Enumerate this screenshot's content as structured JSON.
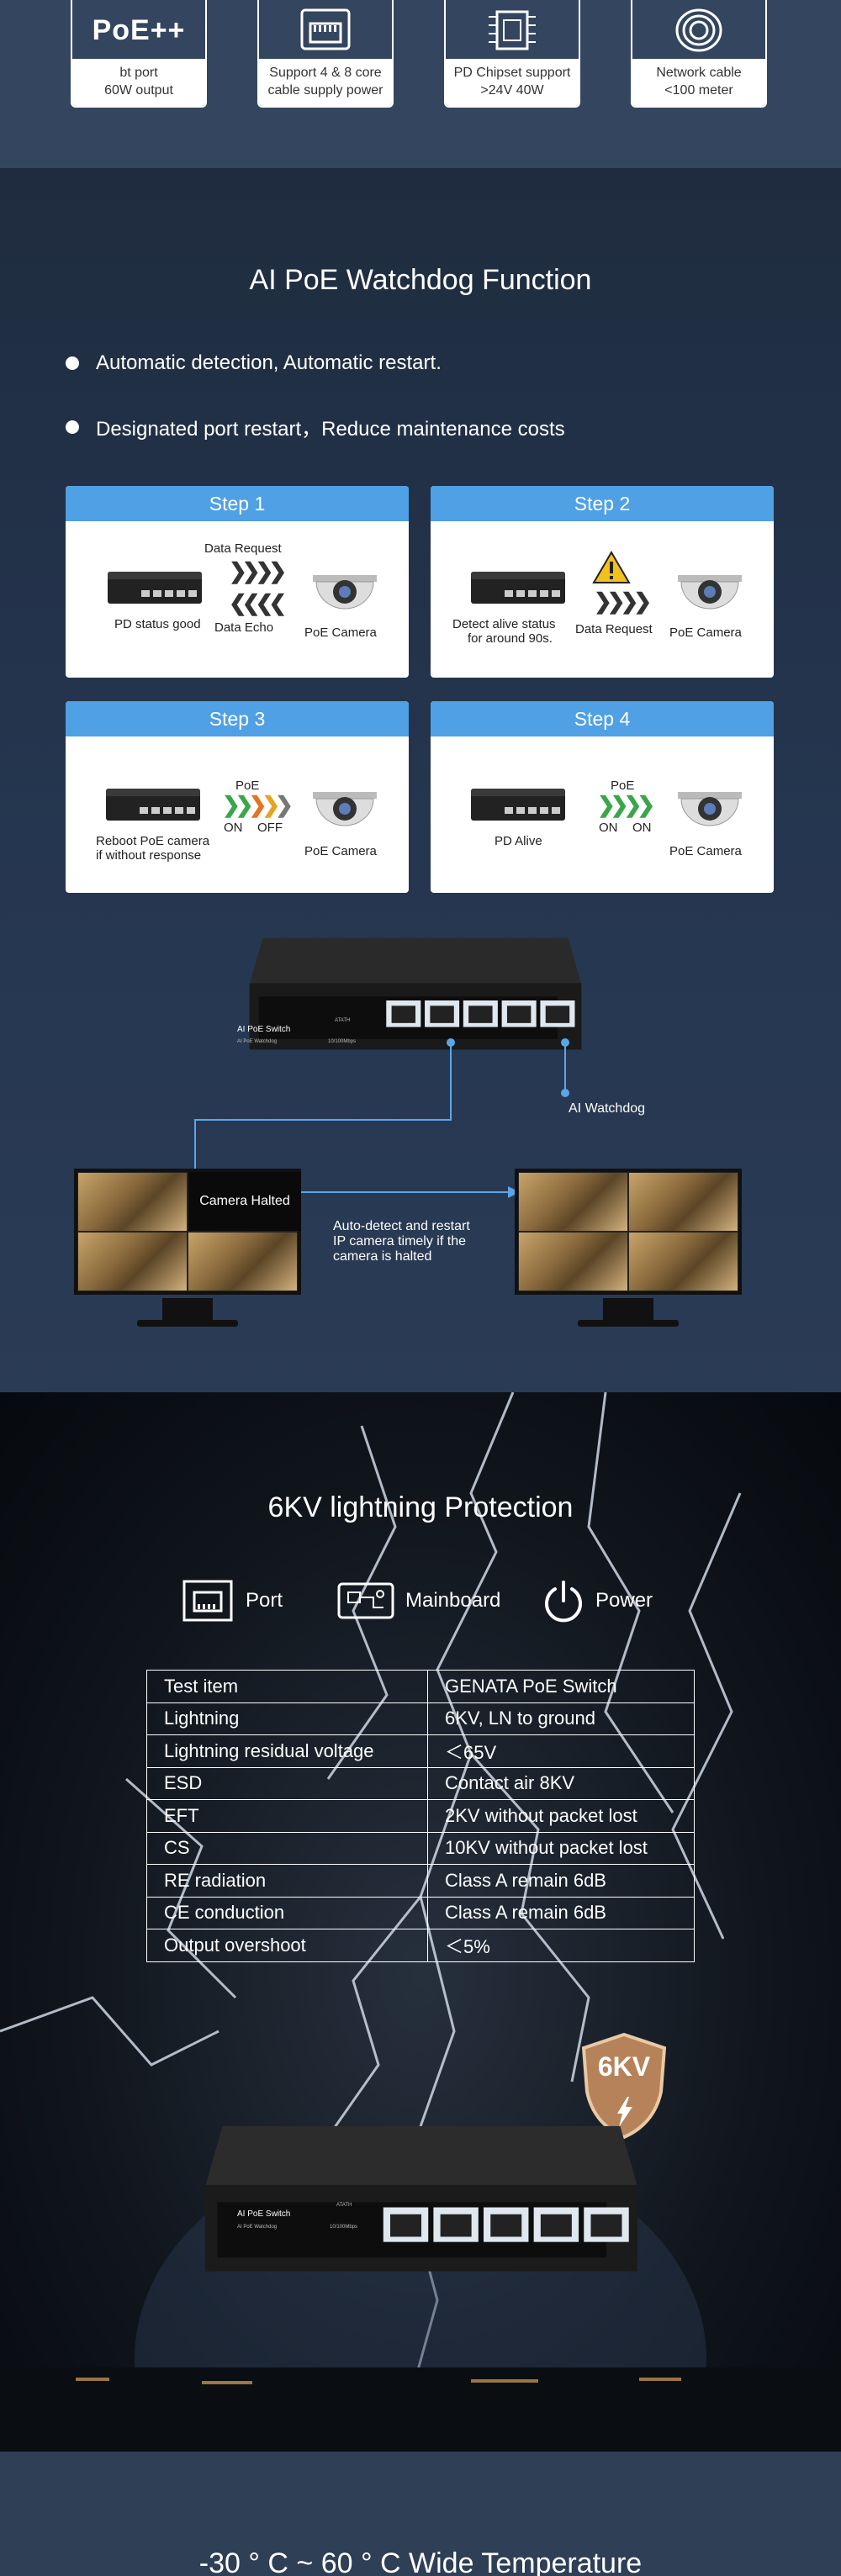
{
  "features": [
    {
      "icon": "poe-text",
      "label": "PoE++",
      "caption1": "bt port",
      "caption2": "60W output"
    },
    {
      "icon": "rj45-port-icon",
      "caption1": "Support 4 & 8 core",
      "caption2": "cable supply power"
    },
    {
      "icon": "chip-icon",
      "caption1": "PD Chipset support",
      "caption2": ">24V 40W"
    },
    {
      "icon": "cable-coil-icon",
      "caption1": "Network cable",
      "caption2": "<100 meter"
    }
  ],
  "watchdog": {
    "title": "AI PoE Watchdog Function",
    "bullets": [
      "Automatic detection, Automatic restart.",
      "Designated port restart，Reduce maintenance costs"
    ],
    "steps": [
      {
        "title": "Step 1",
        "top_label": "Data Request",
        "left_label": "PD status good",
        "mid_label": "Data Echo",
        "cam_label": "PoE Camera"
      },
      {
        "title": "Step 2",
        "left_label_1": "Detect alive status",
        "left_label_2": "for around 90s.",
        "mid_label": "Data Request",
        "cam_label": "PoE Camera"
      },
      {
        "title": "Step 3",
        "poe_label": "PoE",
        "on_label": "ON",
        "off_label": "OFF",
        "left_label_1": "Reboot PoE camera",
        "left_label_2": "if without response",
        "cam_label": "PoE Camera"
      },
      {
        "title": "Step 4",
        "poe_label": "PoE",
        "on_label": "ON",
        "on2_label": "ON",
        "left_label": "PD Alive",
        "cam_label": "PoE Camera"
      }
    ],
    "switch_label": "AI PoE Switch",
    "switch_sublabel": "AI PoE Watchdog",
    "switch_speed": "10/100Mbps",
    "switch_brand": "ATATH",
    "ai_watchdog_label": "AI Watchdog",
    "camera_halted_label": "Camera Halted",
    "autodetect_1": "Auto-detect and restart",
    "autodetect_2": "IP camera timely if the",
    "autodetect_3": "camera is halted"
  },
  "lightning": {
    "title": "6KV lightning Protection",
    "icons": [
      {
        "icon": "port-icon",
        "label": "Port"
      },
      {
        "icon": "mainboard-icon",
        "label": "Mainboard"
      },
      {
        "icon": "power-icon",
        "label": "Power"
      }
    ],
    "table": [
      [
        "Test item",
        "GENATA PoE Switch"
      ],
      [
        "Lightning",
        "6KV, LN to ground"
      ],
      [
        "Lightning residual voltage",
        "＜65V"
      ],
      [
        "ESD",
        "Contact air 8KV"
      ],
      [
        "EFT",
        "2KV without packet lost"
      ],
      [
        "CS",
        "10KV without packet lost"
      ],
      [
        "RE radiation",
        "Class A remain 6dB"
      ],
      [
        "CE conduction",
        "Class A remain 6dB"
      ],
      [
        "Output overshoot",
        "＜5%"
      ]
    ],
    "badge": "6KV",
    "switch_label": "AI PoE Switch",
    "switch_sublabel": "AI PoE Watchdog",
    "switch_speed": "10/100Mbps",
    "switch_brand": "ATATH"
  },
  "temperature": {
    "title": "-30 ° C ~ 60 ° C Wide Temperature"
  },
  "colors": {
    "step_header": "#4fa0e4",
    "line_blue": "#5aa7e8",
    "bg_top": "#34465f"
  }
}
